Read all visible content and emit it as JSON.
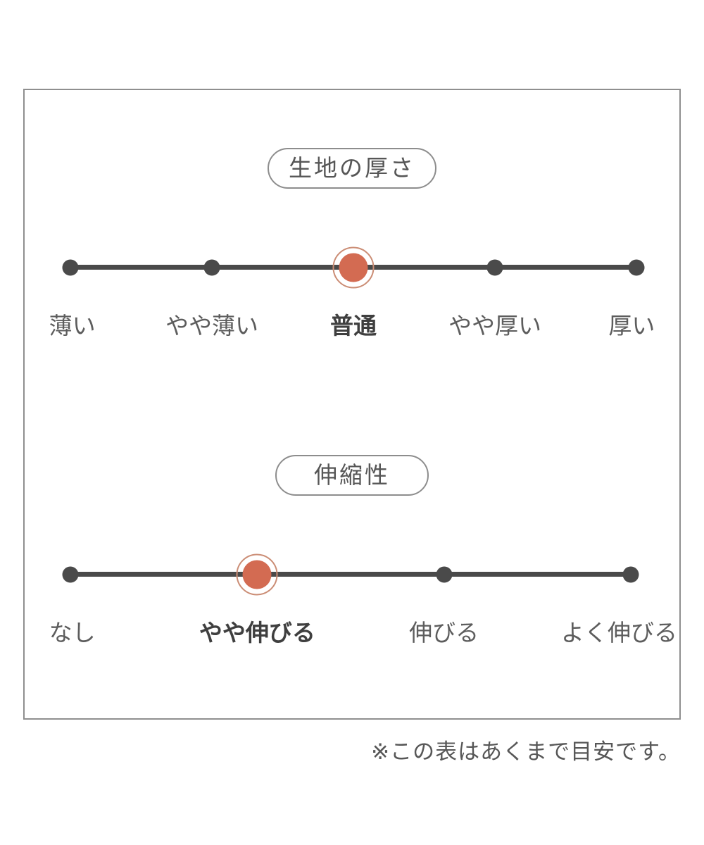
{
  "footnote": "※この表はあくまで目安です。",
  "sections": [
    {
      "title": "生地の厚さ",
      "options": [
        "薄い",
        "やや薄い",
        "普通",
        "やや厚い",
        "厚い"
      ],
      "selected_index": 2,
      "selected": "普通"
    },
    {
      "title": "伸縮性",
      "options": [
        "なし",
        "やや伸びる",
        "伸びる",
        "よく伸びる"
      ],
      "selected_index": 1,
      "selected": "やや伸びる"
    }
  ],
  "colors": {
    "line": "#4a4a4a",
    "dot": "#4a4a4a",
    "selected_dot": "#d36b52",
    "selected_ring": "#cb8d75",
    "label": "#5d5d5d",
    "selected_label": "#3f3f3f",
    "frame_border": "#8f8f8f",
    "pill_border": "#8d8d8d",
    "pill_text": "#565656"
  },
  "chart_data": [
    {
      "type": "scale",
      "title": "生地の厚さ",
      "categories": [
        "薄い",
        "やや薄い",
        "普通",
        "やや厚い",
        "厚い"
      ],
      "selected": "普通",
      "selected_index": 2,
      "marker": "terracotta filled dot with thin ring",
      "legend_position": "none",
      "grid": false
    },
    {
      "type": "scale",
      "title": "伸縮性",
      "categories": [
        "なし",
        "やや伸びる",
        "伸びる",
        "よく伸びる"
      ],
      "selected": "やや伸びる",
      "selected_index": 1,
      "marker": "terracotta filled dot with thin ring",
      "legend_position": "none",
      "grid": false
    }
  ]
}
